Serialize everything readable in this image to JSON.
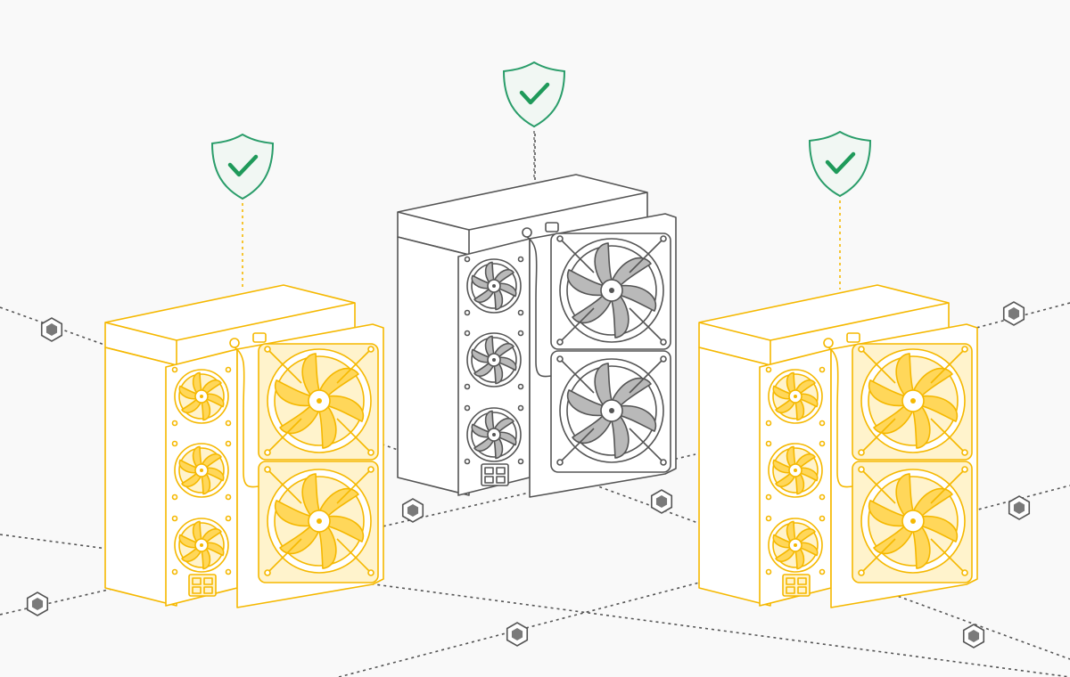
{
  "scene": {
    "colors": {
      "background": "#f9f9f9",
      "grid_line": "#555555",
      "node_fill": "#7a7a7a",
      "node_stroke": "#555555",
      "miner_active_stroke": "#f5b800",
      "miner_active_fill": "#fff3cc",
      "miner_active_fan": "#ffd75a",
      "miner_neutral_stroke": "#555555",
      "miner_neutral_fill": "#ffffff",
      "miner_neutral_fan": "#b9b9b9",
      "shield_stroke": "#2a9d6a",
      "shield_fill": "#f1f7f3",
      "check": "#1f9a5a"
    },
    "miners": [
      {
        "name": "left-miner",
        "state": "active",
        "verified_icon": "shield-check-icon"
      },
      {
        "name": "center-miner",
        "state": "neutral",
        "verified_icon": "shield-check-icon"
      },
      {
        "name": "right-miner",
        "state": "active",
        "verified_icon": "shield-check-icon"
      }
    ],
    "network_node_icon": "hexagon-node-icon"
  }
}
